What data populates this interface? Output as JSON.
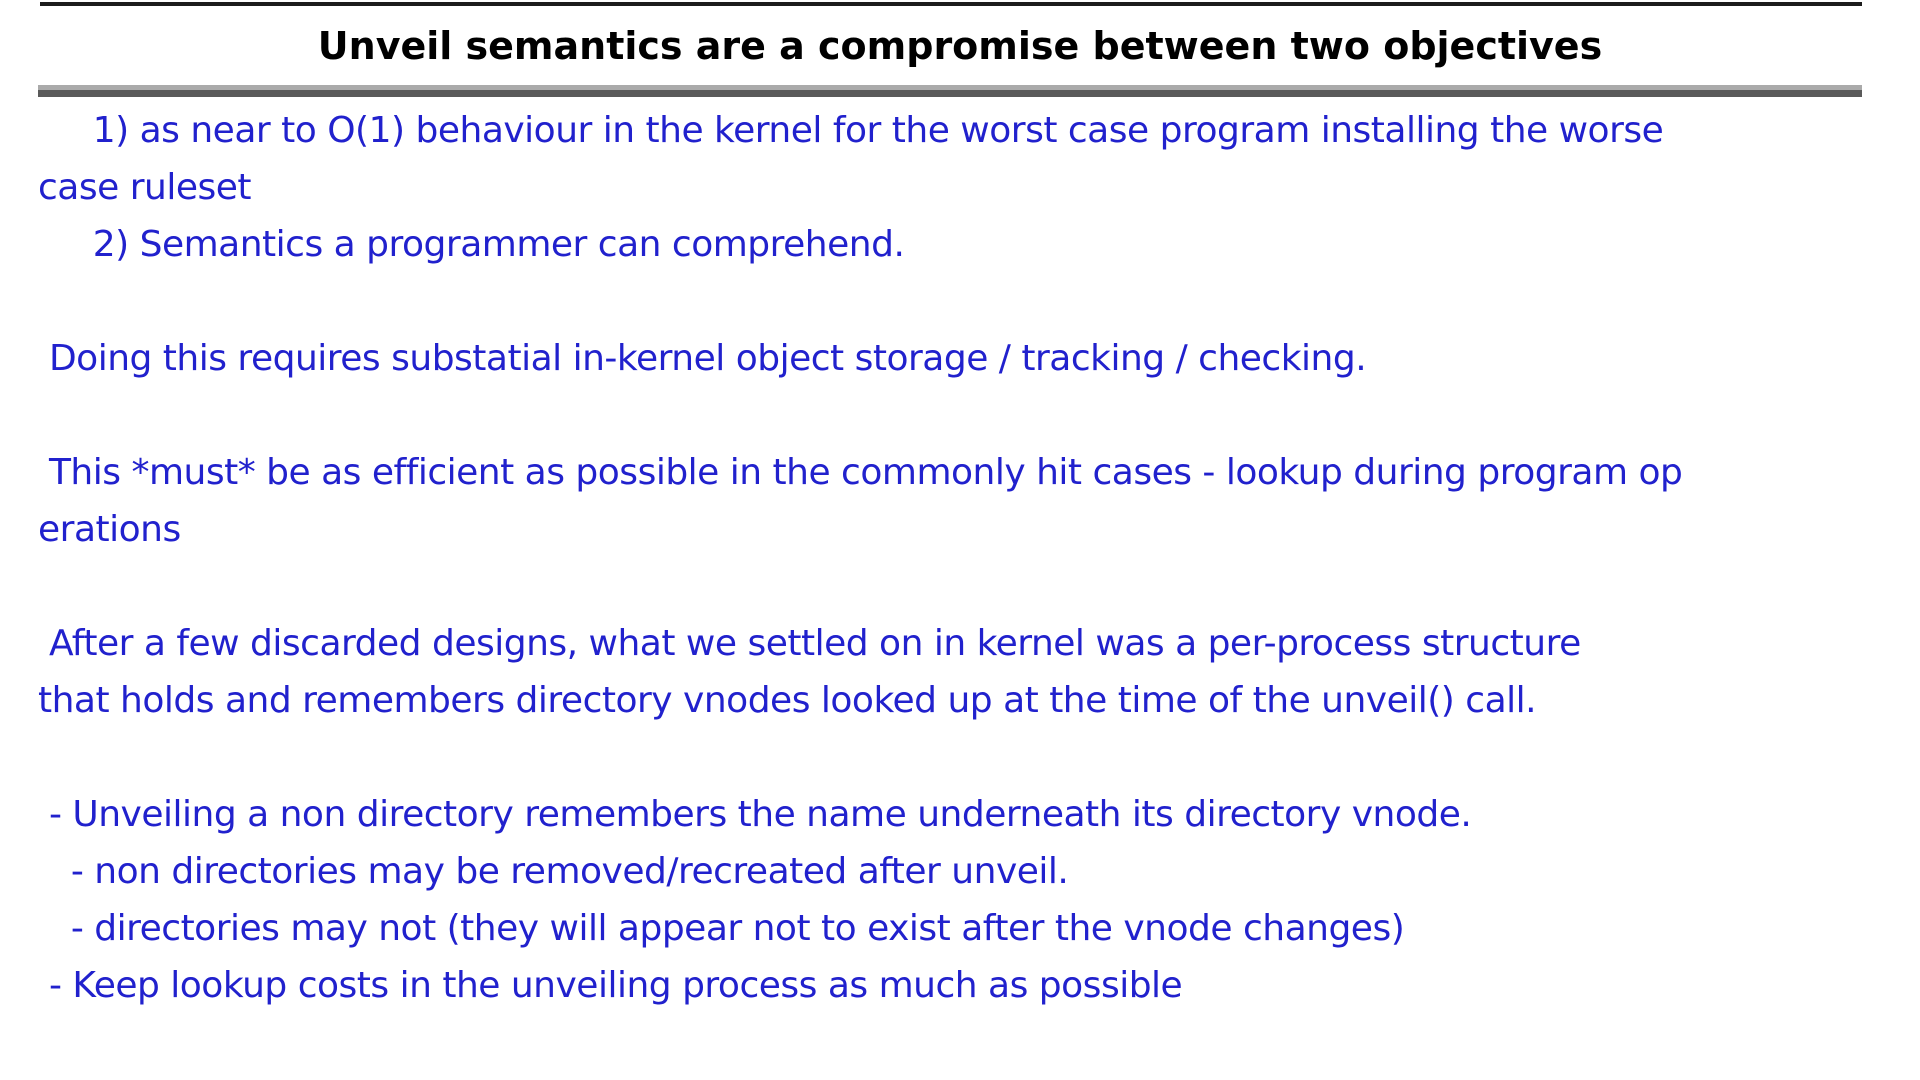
{
  "title": "Unveil semantics are a compromise between two objectives",
  "colors": {
    "title_text": "#000000",
    "body_text": "#2121cd",
    "rule_light": "#aaaaaa",
    "rule_dark": "#5a5a5a",
    "top_border": "#1c1c1c",
    "background": "#ffffff"
  },
  "body": {
    "lines": [
      "     1) as near to O(1) behaviour in the kernel for the worst case program installing the worse",
      "case ruleset",
      "     2) Semantics a programmer can comprehend.",
      "",
      " Doing this requires substatial in-kernel object storage / tracking / checking.",
      "",
      " This *must* be as efficient as possible in the commonly hit cases - lookup during program op",
      "erations",
      "",
      " After a few discarded designs, what we settled on in kernel was a per-process structure",
      "that holds and remembers directory vnodes looked up at the time of the unveil() call.",
      "",
      " - Unveiling a non directory remembers the name underneath its directory vnode.",
      "   - non directories may be removed/recreated after unveil.",
      "   - directories may not (they will appear not to exist after the vnode changes)",
      " - Keep lookup costs in the unveiling process as much as possible"
    ]
  }
}
